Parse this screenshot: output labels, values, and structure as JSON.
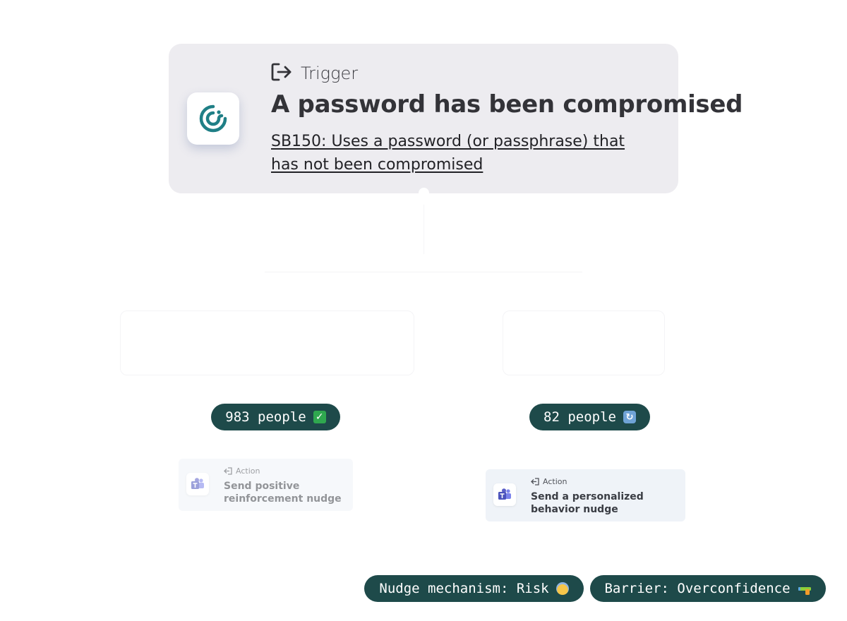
{
  "trigger": {
    "label": "Trigger",
    "title": "A password has been compromised",
    "link_text": "SB150: Uses a password (or passphrase) that has not been compromised"
  },
  "branches": {
    "left": {
      "people": "983 people",
      "status_icon": "check-mark-emoji",
      "action": {
        "label": "Action",
        "text": "Send positive reinforcement nudge",
        "app_icon": "teams-icon"
      }
    },
    "right": {
      "people": "82 people",
      "status_icon": "refresh-emoji",
      "action": {
        "label": "Action",
        "text": "Send a personalized behavior nudge",
        "app_icon": "teams-icon"
      }
    }
  },
  "tags": {
    "mechanism": "Nudge mechanism: Risk",
    "mechanism_icon": "anxious-face-emoji",
    "barrier": "Barrier: Overconfidence",
    "barrier_icon": "water-pistol-emoji"
  },
  "colors": {
    "pill_bg": "#1e4a4a",
    "trigger_card_bg": "#edecf0",
    "brand_teal": "#1f7f86",
    "teams_purple": "#5b5fc7",
    "action_card_bg": "#eff3f8"
  }
}
